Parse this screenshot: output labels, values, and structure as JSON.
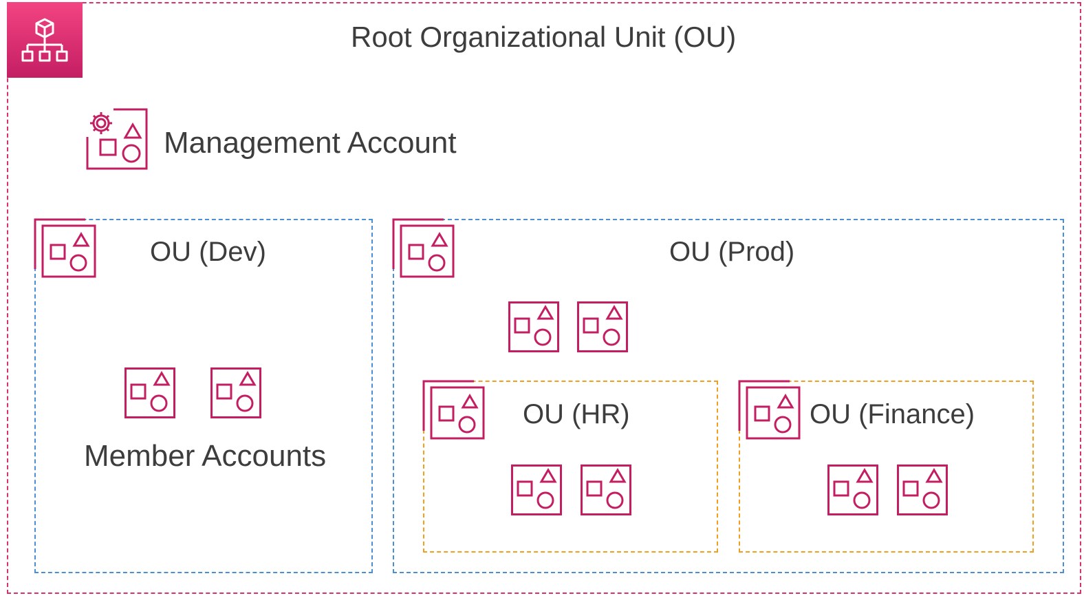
{
  "root": {
    "title": "Root Organizational Unit (OU)",
    "icon": "organizations-icon",
    "border_color": "#d6336c"
  },
  "management": {
    "label": "Management Account",
    "icon": "management-account-icon"
  },
  "ou_dev": {
    "label": "OU (Dev)",
    "members_label": "Member Accounts",
    "account_count": 2,
    "border_color": "#4a8fd6"
  },
  "ou_prod": {
    "label": "OU (Prod)",
    "account_count": 2,
    "border_color": "#4a8fd6"
  },
  "ou_hr": {
    "label": "OU (HR)",
    "account_count": 2,
    "border_color": "#f0a020"
  },
  "ou_finance": {
    "label": "OU (Finance)",
    "account_count": 2,
    "border_color": "#f0a020"
  },
  "colors": {
    "icon": "#c41e63",
    "badge_top": "#f34482",
    "badge_bottom": "#c41e63"
  }
}
